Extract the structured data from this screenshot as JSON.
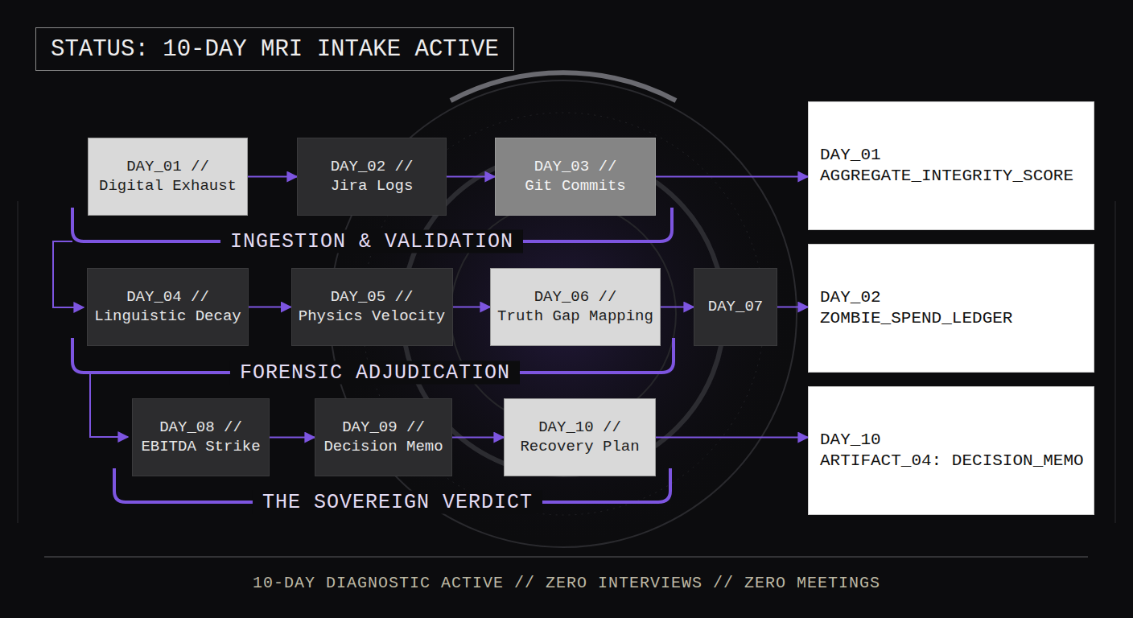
{
  "diagram": {
    "title": "STATUS: 10-DAY MRI INTAKE ACTIVE",
    "caption": "10-DAY DIAGNOSTIC ACTIVE // ZERO INTERVIEWS // ZERO MEETINGS",
    "nodes": [
      {
        "text": [
          "DAY_01 //",
          "Digital Exhaust"
        ]
      },
      {
        "text": [
          "DAY_02 //",
          "Jira Logs"
        ]
      },
      {
        "text": [
          "DAY_03 //",
          "Git Commits"
        ]
      },
      {
        "text": [
          "DAY_01",
          "AGGREGATE_INTEGRITY_SCORE"
        ]
      },
      {
        "text": [
          "DAY_04 //",
          "Linguistic Decay"
        ]
      },
      {
        "text": [
          "DAY_05 //",
          "Physics Velocity"
        ]
      },
      {
        "text": [
          "DAY_06 //",
          "Truth Gap Mapping"
        ]
      },
      {
        "text": [
          "DAY_07"
        ]
      },
      {
        "text": [
          "DAY_02",
          "ZOMBIE_SPEND_LEDGER"
        ]
      },
      {
        "text": [
          "DAY_08 //",
          "EBITDA Strike"
        ]
      },
      {
        "text": [
          "DAY_09 //",
          "Decision Memo"
        ]
      },
      {
        "text": [
          "DAY_10 //",
          "Recovery Plan"
        ]
      },
      {
        "text": [
          "DAY_10",
          "ARTIFACT_04: DECISION_MEMO"
        ]
      }
    ],
    "edges": [
      {
        "from": 0,
        "to": 1,
        "arrow": "to"
      },
      {
        "from": 1,
        "to": 2,
        "arrow": "to"
      },
      {
        "from": 2,
        "to": 3,
        "arrow": "to"
      },
      {
        "from": 4,
        "to": 5,
        "arrow": "to"
      },
      {
        "from": 5,
        "to": 6,
        "arrow": "to"
      },
      {
        "from": 6,
        "to": 7,
        "arrow": "to"
      },
      {
        "from": 7,
        "to": 8,
        "arrow": "to"
      },
      {
        "from": 9,
        "to": 10,
        "arrow": "to"
      },
      {
        "from": 10,
        "to": 11,
        "arrow": "to"
      },
      {
        "from": 11,
        "to": 12,
        "arrow": "to"
      }
    ],
    "labels": [
      "INGESTION & VALIDATION",
      "FORENSIC ADJUDICATION",
      "THE SOVEREIGN VERDICT"
    ]
  }
}
